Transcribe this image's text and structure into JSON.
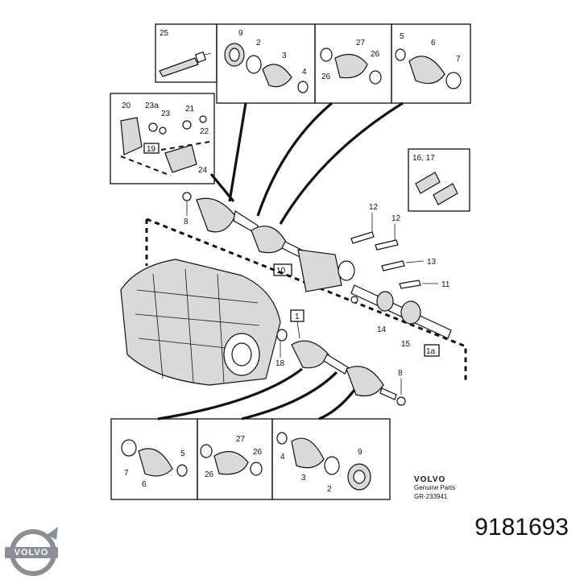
{
  "diagram": {
    "callouts": {
      "c1": "1",
      "c1a": "1a",
      "c2": "2",
      "c2b": "2",
      "c3": "3",
      "c3b": "3",
      "c4": "4",
      "c4b": "4",
      "c5": "5",
      "c5b": "5",
      "c6": "6",
      "c6b": "6",
      "c7": "7",
      "c7b": "7",
      "c8": "8",
      "c8b": "8",
      "c9": "9",
      "c9b": "9",
      "c10": "10",
      "c11": "11",
      "c12": "12",
      "c12b": "12",
      "c13": "13",
      "c14": "14",
      "c15": "15",
      "c1617": "16, 17",
      "c18": "18",
      "c19": "19",
      "c20": "20",
      "c21": "21",
      "c22": "22",
      "c23": "23",
      "c23a": "23a",
      "c24": "24",
      "c25": "25",
      "c26": "26",
      "c26b": "26",
      "c26c": "26",
      "c26d": "26",
      "c27": "27",
      "c27b": "27"
    },
    "stamp": {
      "brand": "VOLVO",
      "subtitle": "Genuine Parts",
      "ref": "GR-233941"
    }
  },
  "logo": {
    "brand": "VOLVO",
    "color": "#8a8f96"
  },
  "part_number": "9181693"
}
